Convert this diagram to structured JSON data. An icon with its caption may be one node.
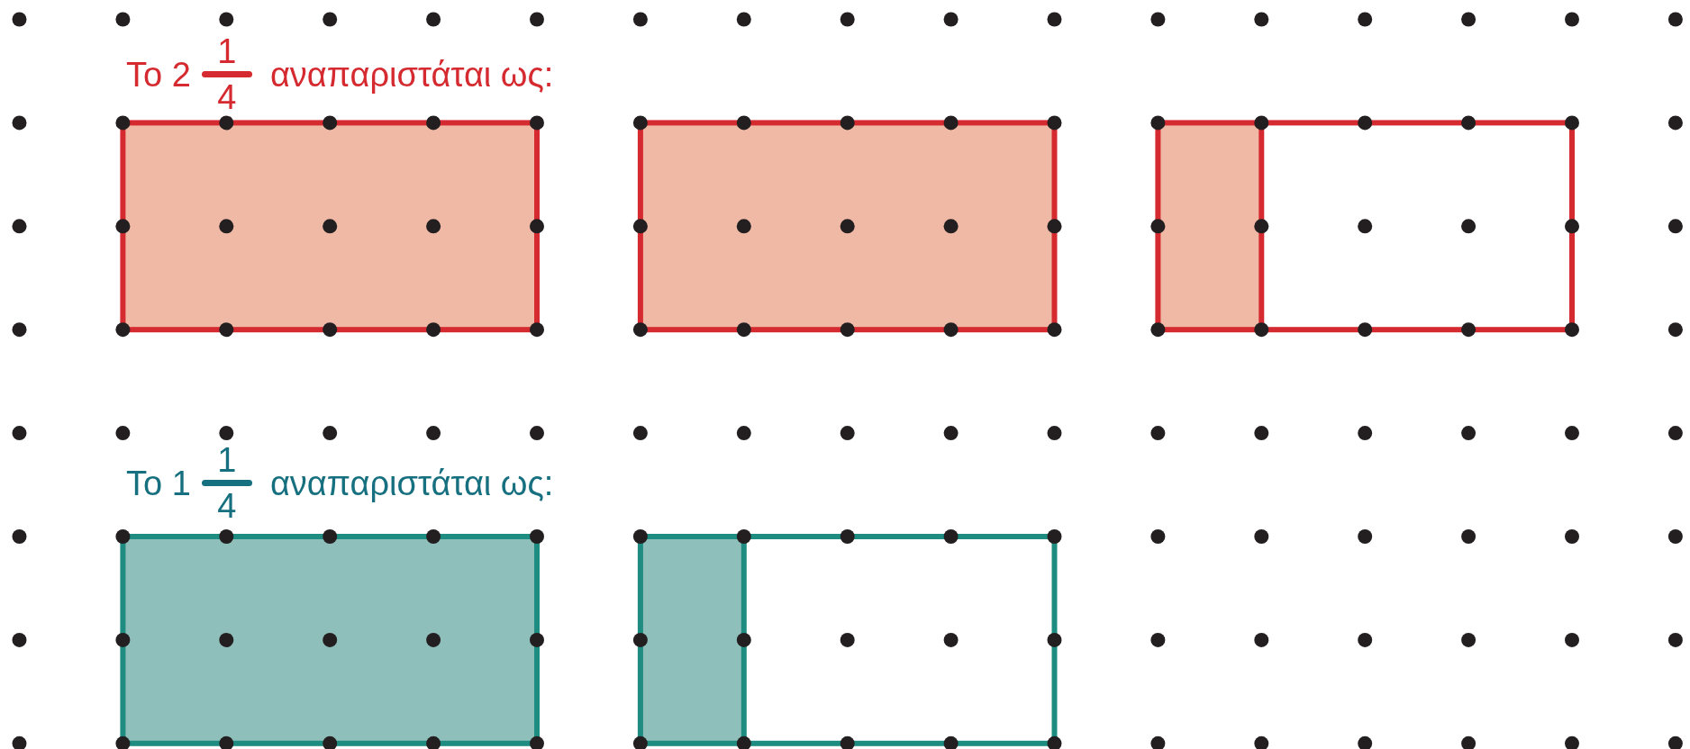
{
  "diagram": {
    "labels": [
      "Το 2",
      "1",
      "4",
      "αναπαριστάται ως:",
      "Το 1",
      "1",
      "4",
      "αναπαριστάται ως:"
    ]
  }
}
